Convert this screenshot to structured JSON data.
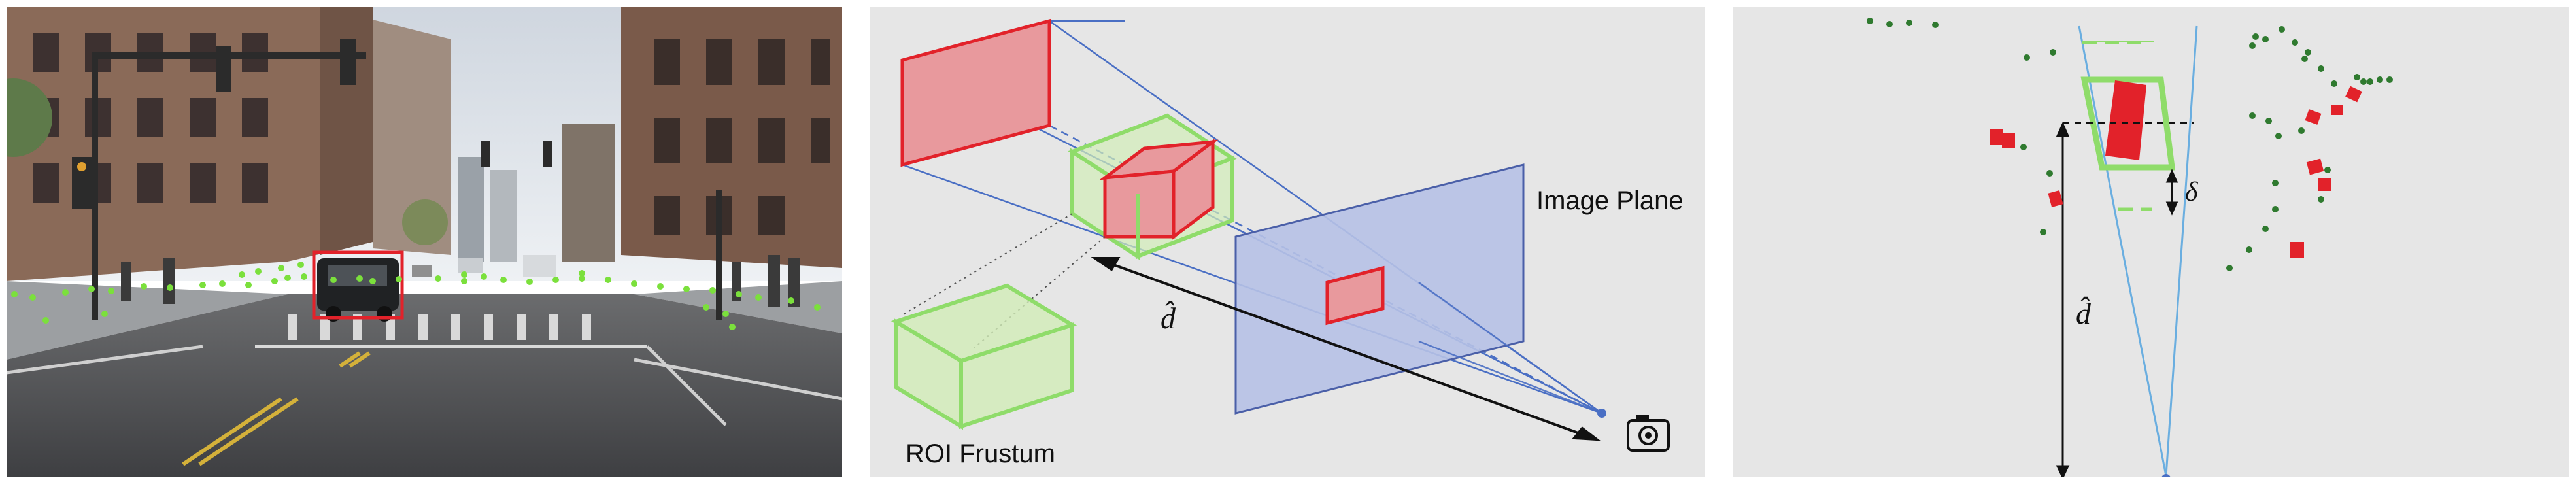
{
  "figure": {
    "panels": [
      {
        "id": "camera-photo"
      },
      {
        "id": "frustum-diagram"
      },
      {
        "id": "bev-diagram"
      }
    ]
  },
  "frustum_diagram": {
    "image_plane_label": "Image Plane",
    "roi_frustum_label": "ROI Frustum",
    "depth_label": "d̂",
    "colors": {
      "frustum_line": "#4a6fc4",
      "image_plane": "#b6c1e6",
      "roi_box": "#8fdc6a",
      "detection": "#e2222a"
    }
  },
  "bev_diagram": {
    "depth_label": "d̂",
    "delta_label": "δ",
    "colors": {
      "lidar_points": "#2f7a2f",
      "objects": "#e2222a",
      "fov_line": "#6aaee0",
      "roi_box": "#8fdc6a"
    }
  }
}
